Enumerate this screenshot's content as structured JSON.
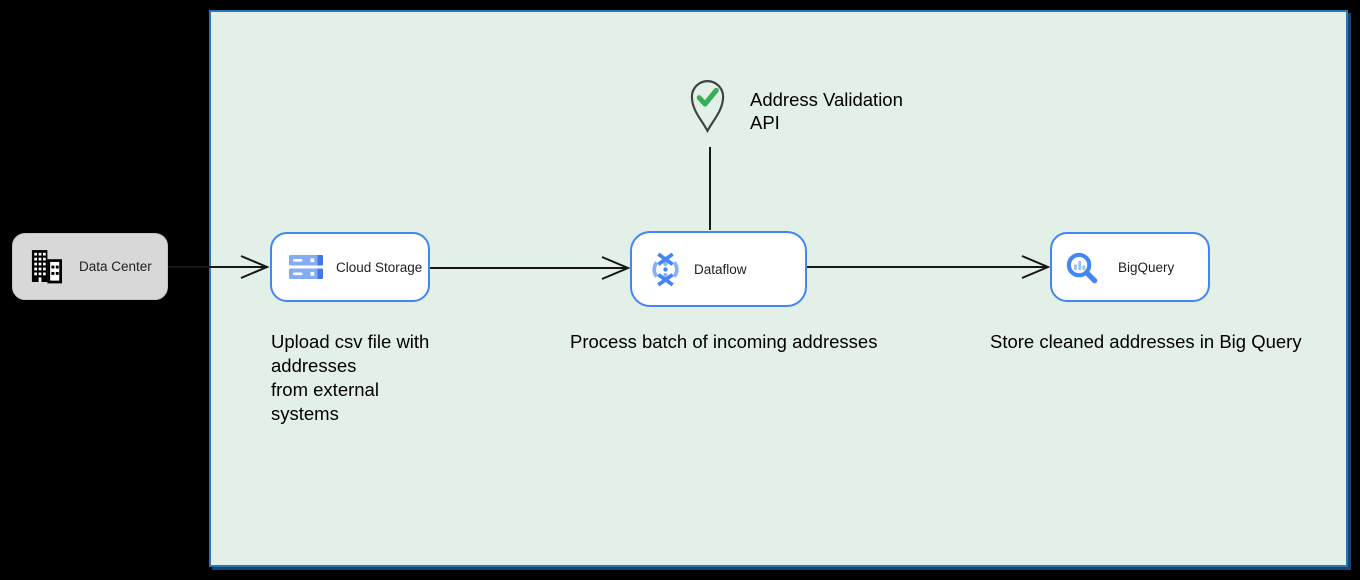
{
  "colors": {
    "canvas_bg": "#000000",
    "boundary_fill": "#e3f0e8",
    "boundary_border": "#2e75b6",
    "node_fill": "#ffffff",
    "node_border": "#4285f4",
    "datacenter_fill": "#d8d8d8",
    "arrow": "#161616",
    "pin_outline": "#3f4245",
    "check_green": "#3bad58",
    "icon_blue": "#4285f4",
    "icon_blue_light": "#8ab0f8"
  },
  "nodes": {
    "data_center": {
      "label": "Data Center",
      "icon": "building-icon"
    },
    "cloud_storage": {
      "label": "Cloud Storage",
      "icon": "cloud-storage-icon"
    },
    "dataflow": {
      "label": "Dataflow",
      "icon": "dataflow-icon"
    },
    "bigquery": {
      "label": "BigQuery",
      "icon": "bigquery-icon"
    }
  },
  "annotations": {
    "api": "Address Validation\nAPI",
    "upload": "Upload csv file with\naddresses\nfrom external\nsystems",
    "process": "Process batch of incoming addresses",
    "store": "Store cleaned addresses in Big Query"
  }
}
